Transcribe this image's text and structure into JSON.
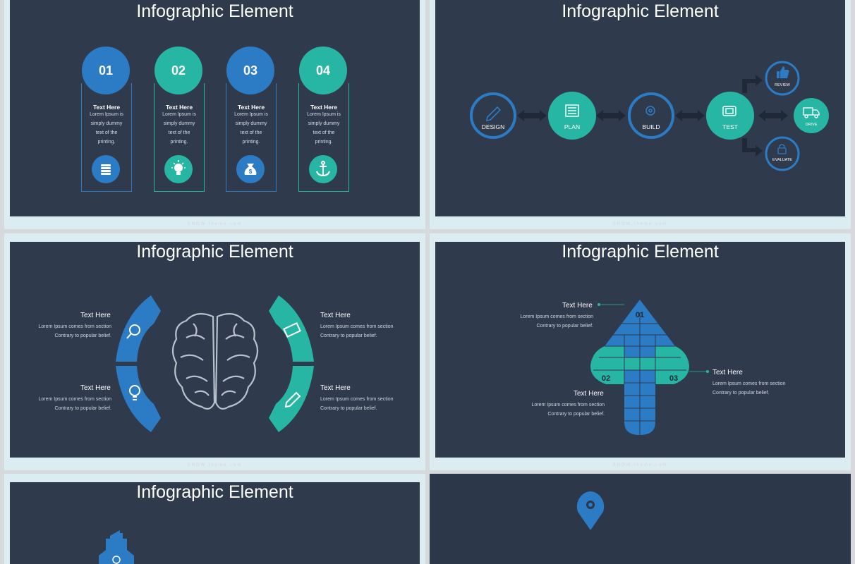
{
  "slides": {
    "s1": {
      "title": "Infographic Element",
      "footer": "SNOW.theme.com",
      "items": [
        {
          "num": "01",
          "heading": "Text Here",
          "l1": "Lorem Ipsum is",
          "l2": "simply dummy",
          "l3": "text of the",
          "l4": "printing.",
          "icon": "coins-icon"
        },
        {
          "num": "02",
          "heading": "Text Here",
          "l1": "Lorem Ipsum is",
          "l2": "simply dummy",
          "l3": "text of the",
          "l4": "printing.",
          "icon": "lightbulb-icon"
        },
        {
          "num": "03",
          "heading": "Text Here",
          "l1": "Lorem Ipsum is",
          "l2": "simply dummy",
          "l3": "text of the",
          "l4": "printing.",
          "icon": "money-bag-icon"
        },
        {
          "num": "04",
          "heading": "Text Here",
          "l1": "Lorem Ipsum is",
          "l2": "simply dummy",
          "l3": "text of the",
          "l4": "printing.",
          "icon": "anchor-icon"
        }
      ]
    },
    "s2": {
      "title": "Infographic Element",
      "footer": "SNOW.theme.com",
      "design": "DESIGN",
      "plan": "PLAN",
      "build": "BUILD",
      "test": "TEST",
      "review": "REVIEW",
      "drive": "DRIVE",
      "evaluate": "EVALUATE"
    },
    "s3": {
      "title": "Infographic Element",
      "footer": "SNOW.theme.com",
      "tl_h": "Text Here",
      "tl_1": "Lorem Ipsum comes from section",
      "tl_2": "Contrary to popular belief.",
      "bl_h": "Text Here",
      "bl_1": "Lorem Ipsum comes from section",
      "bl_2": "Contrary to popular belief.",
      "tr_h": "Text Here",
      "tr_1": "Lorem Ipsum comes from section",
      "tr_2": "Contrary to popular belief.",
      "br_h": "Text Here",
      "br_1": "Lorem Ipsum comes from section",
      "br_2": "Contrary to popular belief."
    },
    "s4": {
      "title": "Infographic Element",
      "footer": "SNOW.theme.com",
      "n1": "01",
      "n2": "02",
      "n3": "03",
      "a_h": "Text Here",
      "a_1": "Lorem Ipsum comes from section",
      "a_2": "Contrary to popular belief.",
      "b_h": "Text Here",
      "b_1": "Lorem Ipsum comes from section",
      "b_2": "Contrary to popular belief.",
      "c_h": "Text Here",
      "c_1": "Lorem Ipsum comes from section",
      "c_2": "Contrary to popular belief."
    },
    "s5": {
      "title": "Infographic Element"
    }
  },
  "colors": {
    "blue": "#2b7cc4",
    "teal": "#27b6a3",
    "bg": "#2f3a4d"
  }
}
